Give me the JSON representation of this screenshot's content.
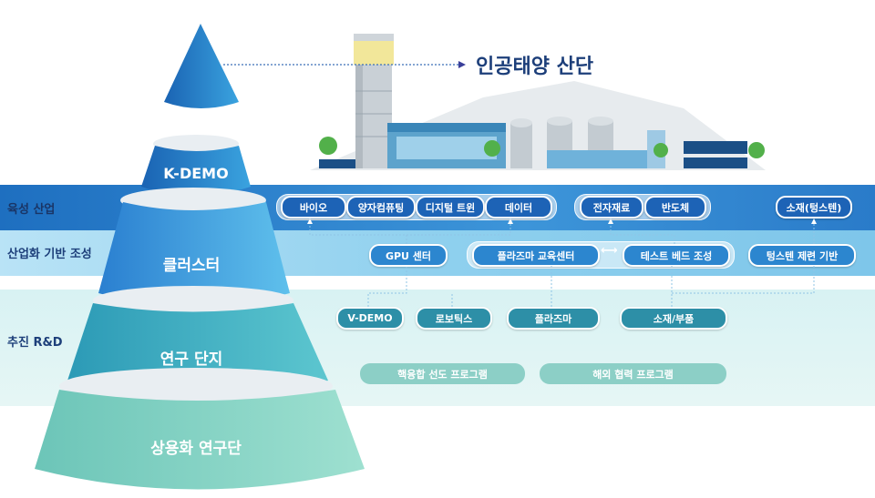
{
  "title": "인공태양 산단",
  "rows": {
    "industry": "육성 산업",
    "infra": "산업화 기반 조성",
    "rnd": "추진 R&D"
  },
  "pyramid": {
    "tier1": "K-DEMO",
    "tier2": "클러스터",
    "tier3": "연구 단지",
    "tier4": "상용화 연구단"
  },
  "industry_pills": [
    "바이오",
    "양자컴퓨팅",
    "디지털 트윈",
    "데이터",
    "전자재료",
    "반도체",
    "소재(텅스텐)"
  ],
  "infra_pills": [
    "GPU 센터",
    "플라즈마 교육센터",
    "테스트 베드 조성",
    "텅스텐 제련 기반"
  ],
  "rnd_pills": [
    "V-DEMO",
    "로보틱스",
    "플라즈마",
    "소재/부품"
  ],
  "program_pills": [
    "핵융합 선도 프로그램",
    "해외 협력 프로그램"
  ],
  "colors": {
    "band_industry": "#2c86cf",
    "band_infra": "#8fd0ee",
    "band_rnd": "#cdeef0",
    "pill_dark": "#1d63b6",
    "title": "#1d3f7a"
  }
}
